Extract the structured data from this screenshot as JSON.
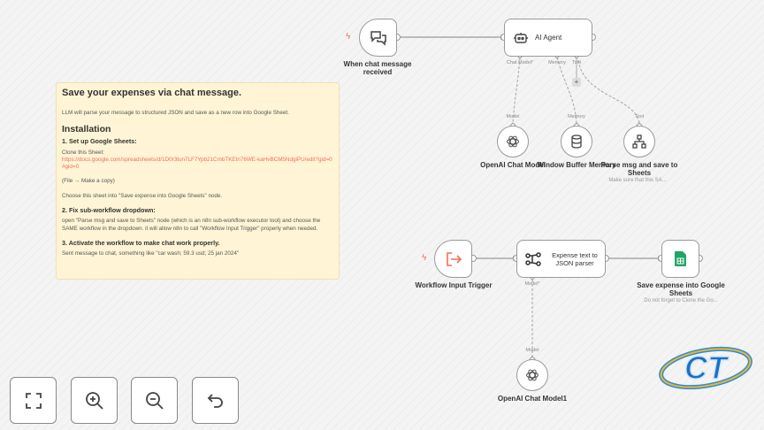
{
  "note": {
    "title": "Save your expenses via chat message.",
    "intro": "LLM will parse your message to structured JSON and save as a new row into Google Sheet.",
    "installation": "Installation",
    "step1_title": "1. Set up Google Sheets:",
    "step1_clone": "Clone this Sheet:",
    "step1_link": "https://docs.google.com/spreadsheets/d/1D0r3tun7LF7Ypb21CmbTKEtn76WE-kaHvBCM5NdgiPU/edit?gid=0#gid=0",
    "step1_copy": "(File → Make a copy)",
    "step1_choose": "Choose this sheet into \"Save expense into Google Sheets\" node.",
    "step2_title": "2. Fix sub-workflow dropdown:",
    "step2_text": "open \"Parse msg and save to Sheets\" node (which is an n8n sub-workflow executor tool) and choose the SAME workflow in the dropdown. it will allow n8n to call \"Workflow Input Trigger\" properly when needed.",
    "step3_title": "3. Activate the workflow to make chat work properly.",
    "step3_text": "Sent message to chat, something like \"car wash; 59.3 usd; 25 jan 2024\""
  },
  "nodes": {
    "chat_trigger": {
      "label": "When chat message received"
    },
    "ai_agent": {
      "label": "AI Agent",
      "ports": [
        "Chat Model",
        "Memory",
        "Tool"
      ]
    },
    "openai": {
      "label": "OpenAI Chat Model",
      "port": "Model"
    },
    "memory": {
      "label": "Window Buffer Memory",
      "port": "Memory"
    },
    "tool": {
      "label": "Parse msg and save to Sheets",
      "port": "Tool",
      "subtitle": "Make sure that this SA..."
    },
    "workflow_trigger": {
      "label": "Workflow Input Trigger"
    },
    "parser": {
      "label": "Expense text to JSON parser",
      "port": "Model"
    },
    "sheets": {
      "label": "Save expense into Google Sheets",
      "subtitle": "Do not forget to Clone the Go..."
    },
    "openai1": {
      "label": "OpenAI Chat Model1",
      "port": "Model"
    }
  },
  "logo": {
    "text": "CT"
  },
  "colors": {
    "accent": "#f36d54",
    "sheets": "#21a464",
    "note_bg": "#fff5d6"
  }
}
